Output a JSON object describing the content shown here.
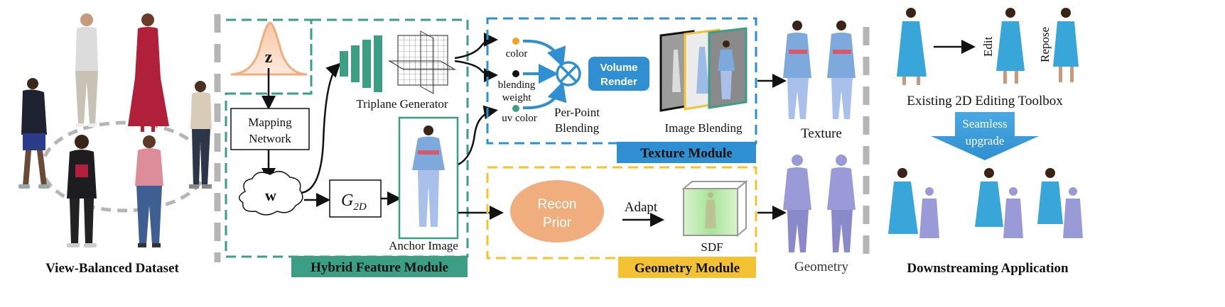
{
  "labels": {
    "view_balanced_dataset": "View-Balanced Dataset",
    "z": "z",
    "w": "w",
    "mapping_network_line1": "Mapping",
    "mapping_network_line2": "Network",
    "g2d_main": "G",
    "g2d_sub": "2D",
    "anchor_image": "Anchor Image",
    "triplane_generator": "Triplane Generator",
    "hybrid_feature_module": "Hybrid Feature Module",
    "color": "color",
    "blending_weight_line1": "blending",
    "blending_weight_line2": "weight",
    "uv_color": "uv color",
    "per_point_line1": "Per-Point",
    "per_point_line2": "Blending",
    "volume_render_line1": "Volume",
    "volume_render_line2": "Render",
    "image_blending": "Image Blending",
    "texture_module": "Texture Module",
    "recon_prior_line1": "Recon",
    "recon_prior_line2": "Prior",
    "adapt": "Adapt",
    "sdf": "SDF",
    "geometry_module": "Geometry Module",
    "texture": "Texture",
    "geometry": "Geometry",
    "edit": "Edit",
    "repose": "Repose",
    "existing_2d_toolbox": "Existing 2D Editing Toolbox",
    "seamless_line1": "Seamless",
    "seamless_line2": "upgrade",
    "downstreaming_application": "Downstreaming Application"
  },
  "colors": {
    "teal": "#3d9e86",
    "blue": "#2f8fd0",
    "yellow": "#f2c232",
    "orange": "#f0ad7e",
    "grey_dash": "#b5b5b5",
    "geometry_mesh": "#9a9ad8",
    "cloth_blue": "#6e9ed8"
  }
}
